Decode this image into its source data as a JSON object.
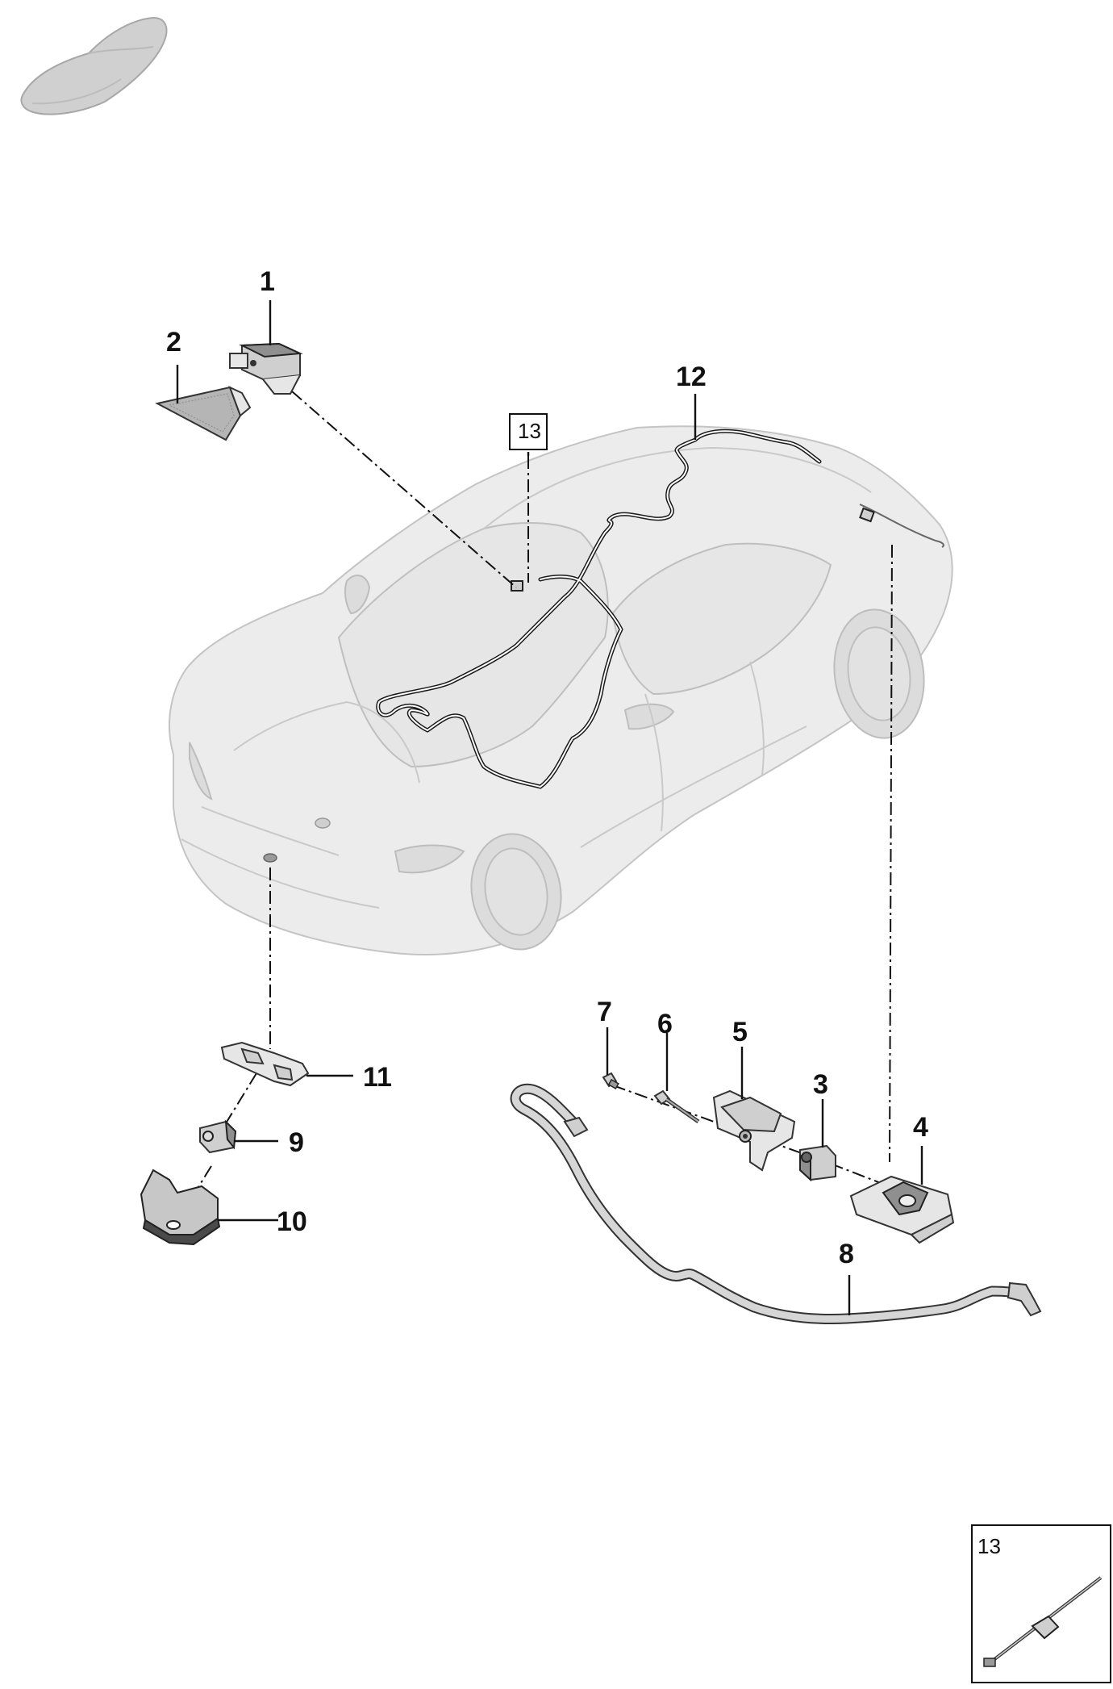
{
  "callouts": {
    "c1": "1",
    "c2": "2",
    "c3": "3",
    "c4": "4",
    "c5": "5",
    "c6": "6",
    "c7": "7",
    "c8": "8",
    "c9": "9",
    "c10": "10",
    "c11": "11",
    "c12": "12"
  },
  "boxed_reference": "13",
  "inset": {
    "label": "13"
  },
  "icons": {
    "thumbnail": "vehicle-silhouette-icon"
  },
  "colors": {
    "line": "#111111",
    "vehicle_fill": "#ececec",
    "part_fill": "#cfcfcf"
  }
}
